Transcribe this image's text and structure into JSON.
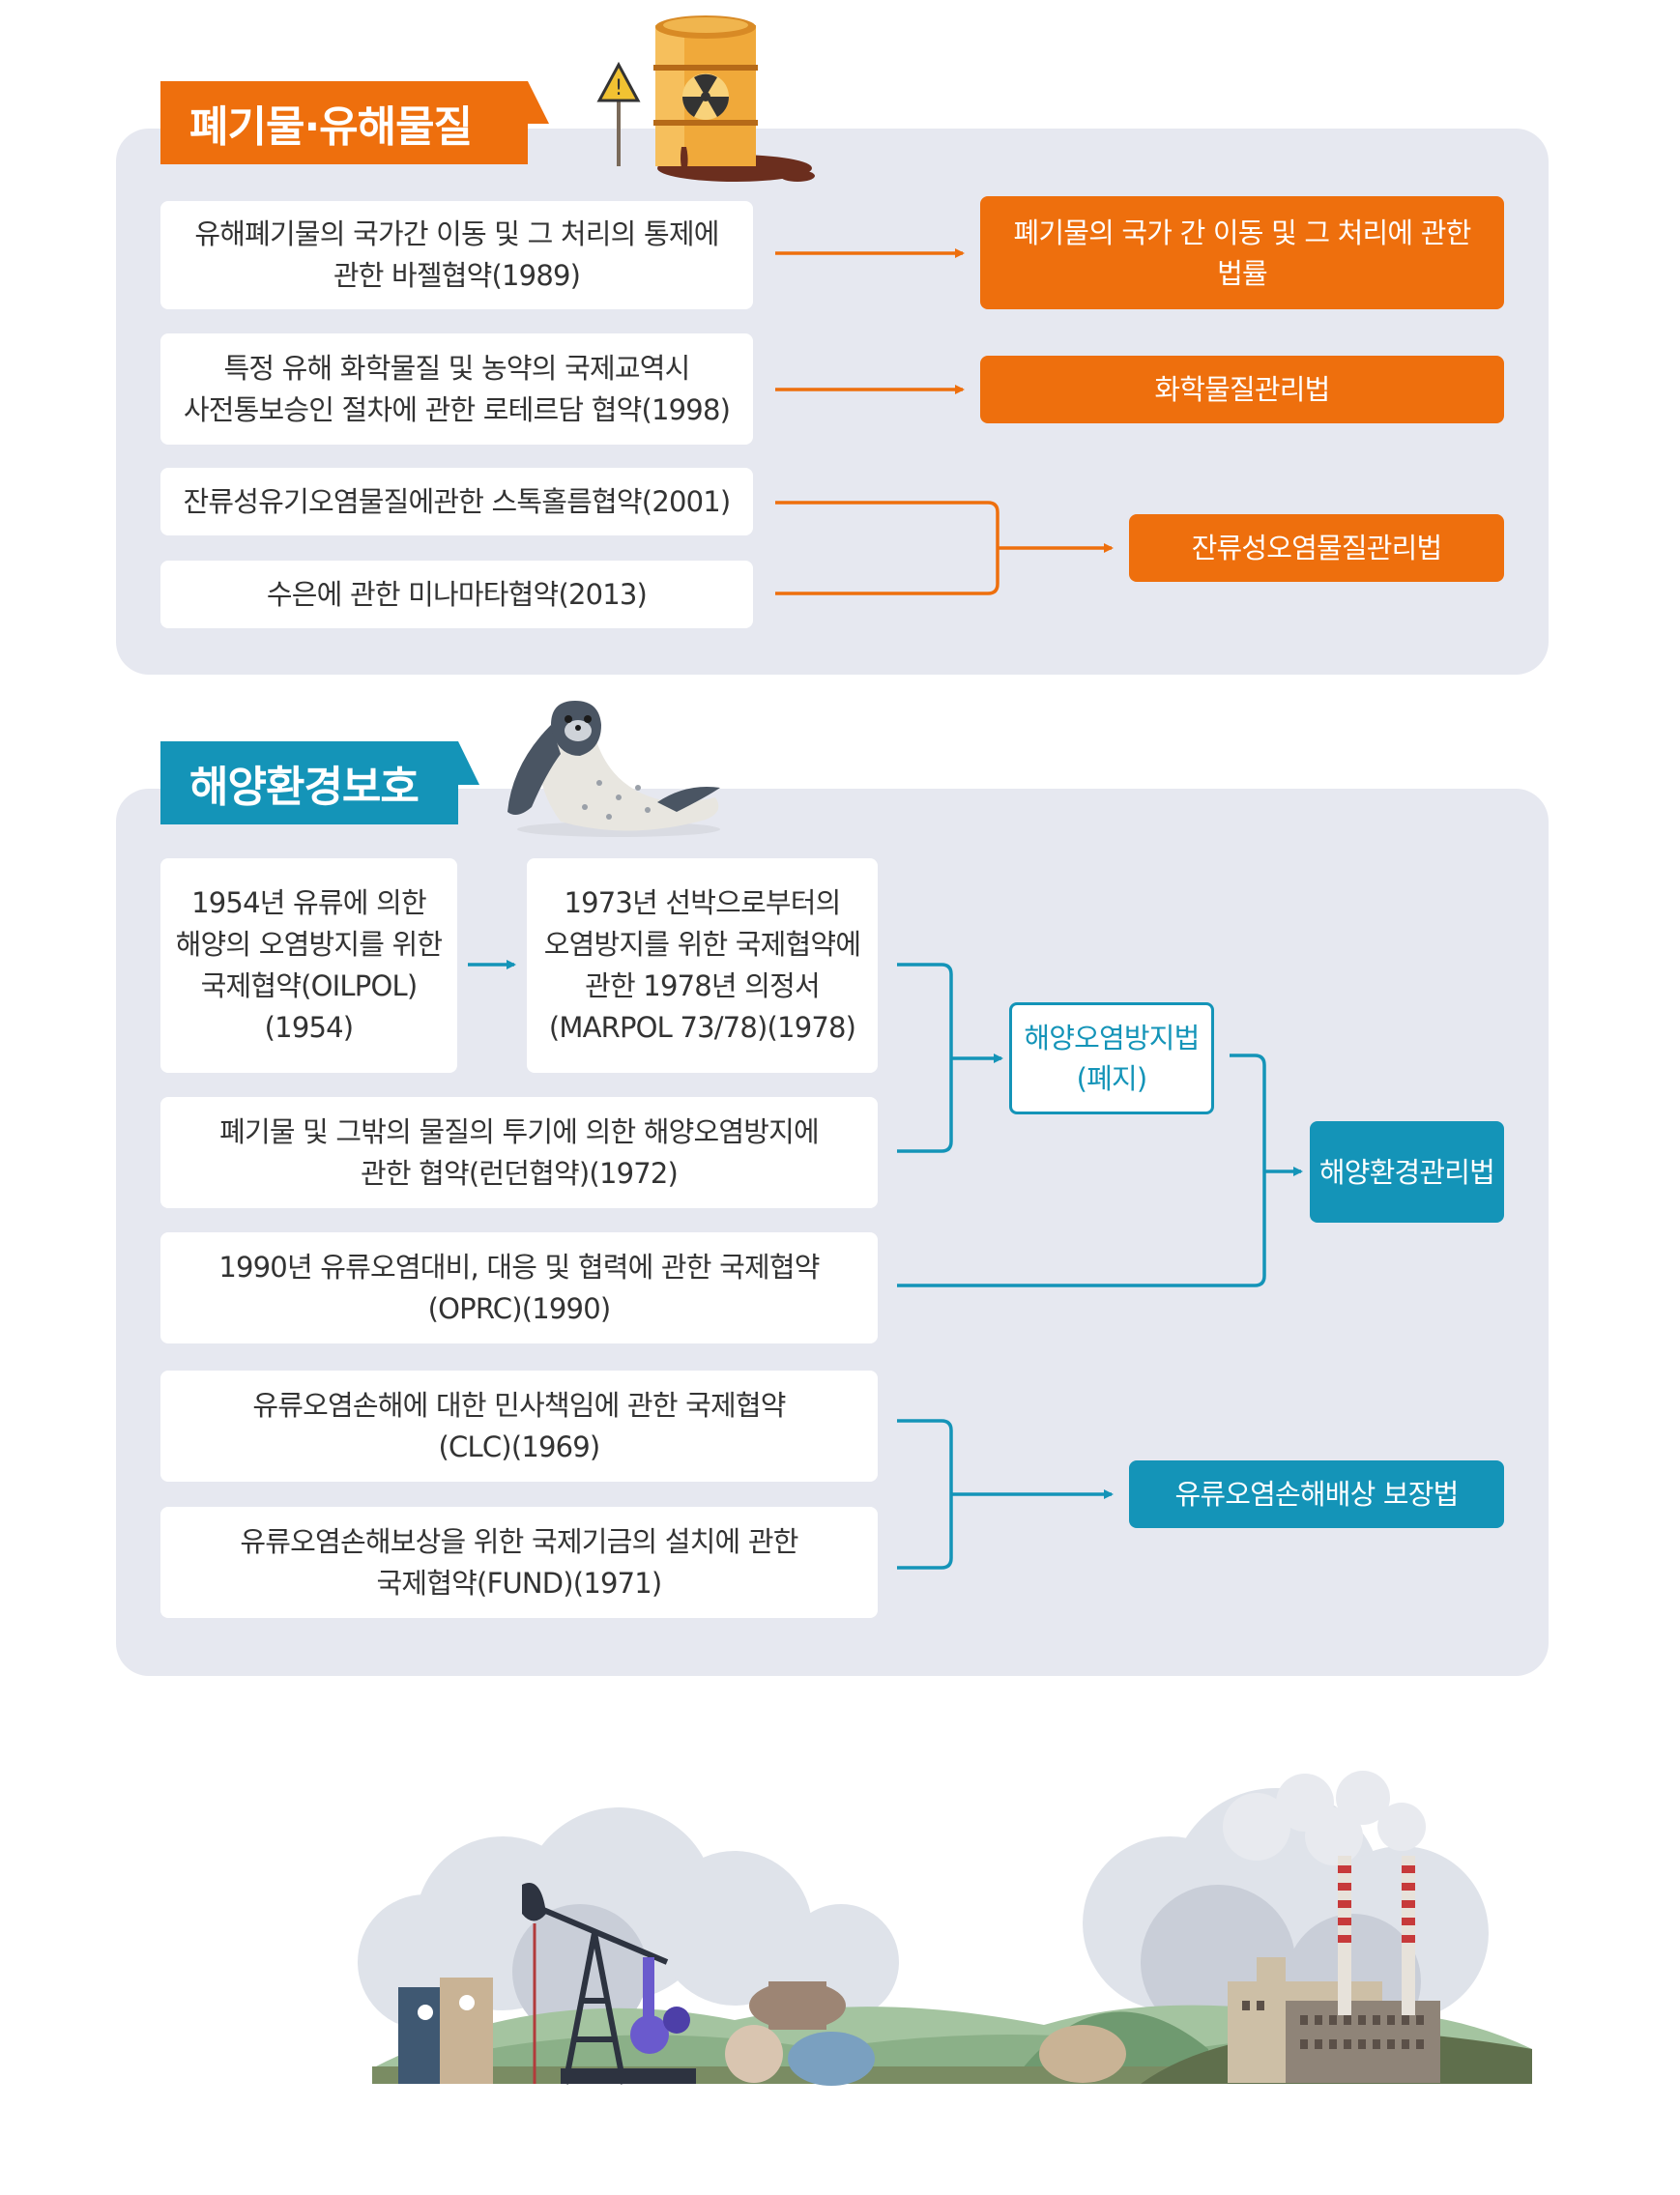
{
  "colors": {
    "orange": "#ee6f0d",
    "blue": "#1494b8",
    "panel": "#e6e8f0"
  },
  "waste": {
    "title": "폐기물·유해물질",
    "treaties": [
      "유해폐기물의 국가간 이동 및 그 처리의 통제에\n관한 바젤협약(1989)",
      "특정 유해 화학물질 및 농약의 국제교역시\n사전통보승인 절차에 관한 로테르담 협약(1998)",
      "잔류성유기오염물질에관한 스톡홀름협약(2001)",
      "수은에 관한 미나마타협약(2013)"
    ],
    "laws": [
      "폐기물의 국가 간 이동 및 그 처리에 관한\n법률",
      "화학물질관리법",
      "잔류성오염물질관리법"
    ]
  },
  "marine": {
    "title": "해양환경보호",
    "treaties": [
      "1954년 유류에 의한\n해양의 오염방지를 위한\n국제협약(OILPOL)\n(1954)",
      "1973년 선박으로부터의\n오염방지를 위한 국제협약에\n관한 1978년 의정서\n(MARPOL 73/78)(1978)",
      "폐기물 및 그밖의 물질의 투기에 의한 해양오염방지에\n관한 협약(런던협약)(1972)",
      "1990년 유류오염대비, 대응 및 협력에 관한 국제협약\n(OPRC)(1990)",
      "유류오염손해에 대한 민사책임에 관한 국제협약\n(CLC)(1969)",
      "유류오염손해보상을 위한 국제기금의 설치에 관한\n국제협약(FUND)(1971)"
    ],
    "laws": {
      "abolished": "해양오염방지법\n(폐지)",
      "marine_env": "해양환경관리법",
      "oil_damage": "유류오염손해배상 보장법"
    }
  }
}
